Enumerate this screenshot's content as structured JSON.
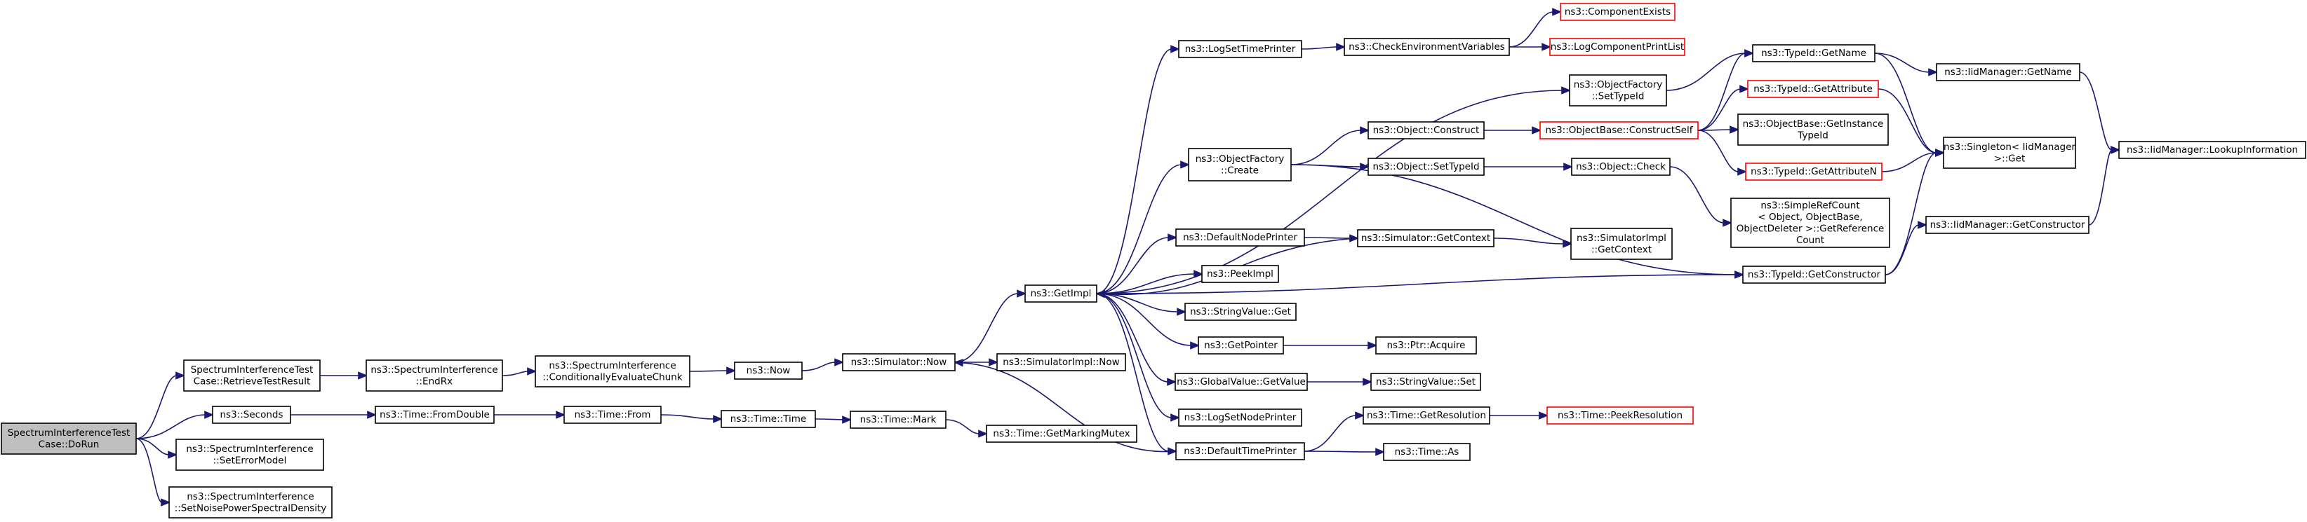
{
  "colors": {
    "node_border": "#000000",
    "root_fill": "#bfbfbf",
    "node_fill": "#ffffff",
    "undocumented_border": "#ff0000",
    "edge": "#191970"
  },
  "nodes": [
    {
      "id": "doRun",
      "lines": [
        "SpectrumInterferenceTest",
        "Case::DoRun"
      ],
      "style": "root"
    },
    {
      "id": "retrieve",
      "lines": [
        "SpectrumInterferenceTest",
        "Case::RetrieveTestResult"
      ]
    },
    {
      "id": "seconds",
      "lines": [
        "ns3::Seconds"
      ]
    },
    {
      "id": "setErrorModel",
      "lines": [
        "ns3::SpectrumInterference",
        "::SetErrorModel"
      ]
    },
    {
      "id": "setNoise",
      "lines": [
        "ns3::SpectrumInterference",
        "::SetNoisePowerSpectralDensity"
      ]
    },
    {
      "id": "endRx",
      "lines": [
        "ns3::SpectrumInterference",
        "::EndRx"
      ]
    },
    {
      "id": "fromDouble",
      "lines": [
        "ns3::Time::FromDouble"
      ]
    },
    {
      "id": "condEval",
      "lines": [
        "ns3::SpectrumInterference",
        "::ConditionallyEvaluateChunk"
      ]
    },
    {
      "id": "timeFrom",
      "lines": [
        "ns3::Time::From"
      ]
    },
    {
      "id": "now",
      "lines": [
        "ns3::Now"
      ]
    },
    {
      "id": "timeTime",
      "lines": [
        "ns3::Time::Time"
      ]
    },
    {
      "id": "simNow",
      "lines": [
        "ns3::Simulator::Now"
      ]
    },
    {
      "id": "timeMark",
      "lines": [
        "ns3::Time::Mark"
      ]
    },
    {
      "id": "getImpl",
      "lines": [
        "ns3::GetImpl"
      ]
    },
    {
      "id": "simImplNow",
      "lines": [
        "ns3::SimulatorImpl::Now"
      ]
    },
    {
      "id": "getMarkingMutex",
      "lines": [
        "ns3::Time::GetMarkingMutex"
      ]
    },
    {
      "id": "logSetTimePrinter",
      "lines": [
        "ns3::LogSetTimePrinter"
      ]
    },
    {
      "id": "ofCreate",
      "lines": [
        "ns3::ObjectFactory",
        "::Create"
      ]
    },
    {
      "id": "defaultNodePrinter",
      "lines": [
        "ns3::DefaultNodePrinter"
      ]
    },
    {
      "id": "peekImpl",
      "lines": [
        "ns3::PeekImpl"
      ]
    },
    {
      "id": "stringValueGet",
      "lines": [
        "ns3::StringValue::Get"
      ]
    },
    {
      "id": "getPointer",
      "lines": [
        "ns3::GetPointer"
      ]
    },
    {
      "id": "globalGetValue",
      "lines": [
        "ns3::GlobalValue::GetValue"
      ]
    },
    {
      "id": "logSetNodePrinter",
      "lines": [
        "ns3::LogSetNodePrinter"
      ]
    },
    {
      "id": "defaultTimePrinter",
      "lines": [
        "ns3::DefaultTimePrinter"
      ]
    },
    {
      "id": "checkEnv",
      "lines": [
        "ns3::CheckEnvironmentVariables"
      ]
    },
    {
      "id": "objConstruct",
      "lines": [
        "ns3::Object::Construct"
      ]
    },
    {
      "id": "objSetTypeId",
      "lines": [
        "ns3::Object::SetTypeId"
      ]
    },
    {
      "id": "simGetContext",
      "lines": [
        "ns3::Simulator::GetContext"
      ]
    },
    {
      "id": "ptrAcquire",
      "lines": [
        "ns3::Ptr::Acquire"
      ]
    },
    {
      "id": "stringValueSet",
      "lines": [
        "ns3::StringValue::Set"
      ]
    },
    {
      "id": "getResolution",
      "lines": [
        "ns3::Time::GetResolution"
      ]
    },
    {
      "id": "timeAs",
      "lines": [
        "ns3::Time::As"
      ]
    },
    {
      "id": "componentExists",
      "lines": [
        "ns3::ComponentExists"
      ],
      "style": "undocumented"
    },
    {
      "id": "logComponentPrintList",
      "lines": [
        "ns3::LogComponentPrintList"
      ],
      "style": "undocumented"
    },
    {
      "id": "ofSetTypeId",
      "lines": [
        "ns3::ObjectFactory",
        "::SetTypeId"
      ]
    },
    {
      "id": "constructSelf",
      "lines": [
        "ns3::ObjectBase::ConstructSelf"
      ],
      "style": "undocumented"
    },
    {
      "id": "objCheck",
      "lines": [
        "ns3::Object::Check"
      ]
    },
    {
      "id": "simImplGetContext",
      "lines": [
        "ns3::SimulatorImpl",
        "::GetContext"
      ]
    },
    {
      "id": "peekResolution",
      "lines": [
        "ns3::Time::PeekResolution"
      ],
      "style": "undocumented"
    },
    {
      "id": "typeIdGetName",
      "lines": [
        "ns3::TypeId::GetName"
      ]
    },
    {
      "id": "typeIdGetAttribute",
      "lines": [
        "ns3::TypeId::GetAttribute"
      ],
      "style": "undocumented"
    },
    {
      "id": "getInstanceTypeId",
      "lines": [
        "ns3::ObjectBase::GetInstance",
        "TypeId"
      ]
    },
    {
      "id": "typeIdGetAttributeN",
      "lines": [
        "ns3::TypeId::GetAttributeN"
      ],
      "style": "undocumented"
    },
    {
      "id": "simpleRefCount",
      "lines": [
        "ns3::SimpleRefCount",
        "< Object, ObjectBase,",
        "ObjectDeleter >::GetReference",
        "Count"
      ]
    },
    {
      "id": "typeIdGetConstructor",
      "lines": [
        "ns3::TypeId::GetConstructor"
      ]
    },
    {
      "id": "iidGetName",
      "lines": [
        "ns3::IidManager::GetName"
      ]
    },
    {
      "id": "singletonGet",
      "lines": [
        "ns3::Singleton< IidManager",
        ">::Get"
      ]
    },
    {
      "id": "iidGetConstructor",
      "lines": [
        "ns3::IidManager::GetConstructor"
      ]
    },
    {
      "id": "iidLookup",
      "lines": [
        "ns3::IidManager::LookupInformation"
      ]
    }
  ],
  "edges": [
    [
      "doRun",
      "retrieve"
    ],
    [
      "doRun",
      "seconds"
    ],
    [
      "doRun",
      "setErrorModel"
    ],
    [
      "doRun",
      "setNoise"
    ],
    [
      "retrieve",
      "endRx"
    ],
    [
      "endRx",
      "condEval"
    ],
    [
      "condEval",
      "now"
    ],
    [
      "now",
      "simNow"
    ],
    [
      "simNow",
      "getImpl"
    ],
    [
      "simNow",
      "simImplNow"
    ],
    [
      "seconds",
      "fromDouble"
    ],
    [
      "fromDouble",
      "timeFrom"
    ],
    [
      "timeFrom",
      "timeTime"
    ],
    [
      "timeTime",
      "timeMark"
    ],
    [
      "timeMark",
      "getMarkingMutex"
    ],
    [
      "getImpl",
      "logSetTimePrinter"
    ],
    [
      "getImpl",
      "ofCreate"
    ],
    [
      "getImpl",
      "defaultNodePrinter"
    ],
    [
      "getImpl",
      "peekImpl"
    ],
    [
      "getImpl",
      "stringValueGet"
    ],
    [
      "getImpl",
      "getPointer"
    ],
    [
      "getImpl",
      "globalGetValue"
    ],
    [
      "getImpl",
      "logSetNodePrinter"
    ],
    [
      "getImpl",
      "defaultTimePrinter"
    ],
    [
      "getImpl",
      "ofSetTypeId"
    ],
    [
      "getImpl",
      "typeIdGetConstructor"
    ],
    [
      "logSetTimePrinter",
      "checkEnv"
    ],
    [
      "checkEnv",
      "componentExists"
    ],
    [
      "checkEnv",
      "logComponentPrintList"
    ],
    [
      "ofCreate",
      "objConstruct"
    ],
    [
      "ofCreate",
      "objSetTypeId"
    ],
    [
      "ofCreate",
      "typeIdGetConstructor"
    ],
    [
      "objConstruct",
      "constructSelf"
    ],
    [
      "objSetTypeId",
      "objCheck"
    ],
    [
      "objCheck",
      "simpleRefCount"
    ],
    [
      "defaultNodePrinter",
      "simGetContext"
    ],
    [
      "simGetContext",
      "simImplGetContext"
    ],
    [
      "simGetContext",
      "getImpl"
    ],
    [
      "getPointer",
      "ptrAcquire"
    ],
    [
      "globalGetValue",
      "stringValueSet"
    ],
    [
      "defaultTimePrinter",
      "getResolution"
    ],
    [
      "defaultTimePrinter",
      "timeAs"
    ],
    [
      "defaultTimePrinter",
      "simNow"
    ],
    [
      "getResolution",
      "peekResolution"
    ],
    [
      "ofSetTypeId",
      "typeIdGetName"
    ],
    [
      "constructSelf",
      "typeIdGetName"
    ],
    [
      "constructSelf",
      "typeIdGetAttribute"
    ],
    [
      "constructSelf",
      "getInstanceTypeId"
    ],
    [
      "constructSelf",
      "typeIdGetAttributeN"
    ],
    [
      "typeIdGetName",
      "iidGetName"
    ],
    [
      "typeIdGetName",
      "singletonGet"
    ],
    [
      "typeIdGetAttribute",
      "singletonGet"
    ],
    [
      "typeIdGetAttributeN",
      "singletonGet"
    ],
    [
      "iidGetName",
      "iidLookup"
    ],
    [
      "typeIdGetConstructor",
      "iidGetConstructor"
    ],
    [
      "typeIdGetConstructor",
      "singletonGet"
    ],
    [
      "iidGetConstructor",
      "iidLookup"
    ]
  ]
}
